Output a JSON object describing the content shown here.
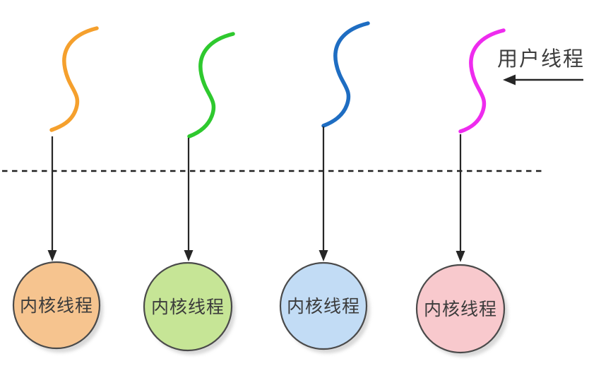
{
  "diagram": {
    "user_space_label": "用户线程",
    "user_threads": [
      {
        "name": "user-thread-orange",
        "color": "#f5a02d"
      },
      {
        "name": "user-thread-green",
        "color": "#2ec92e"
      },
      {
        "name": "user-thread-blue",
        "color": "#1e6dc2"
      },
      {
        "name": "user-thread-magenta",
        "color": "#ee2bee"
      }
    ],
    "kernel_threads": [
      {
        "label": "内核线程",
        "fill": "#f6c48f"
      },
      {
        "label": "内核线程",
        "fill": "#c6e596"
      },
      {
        "label": "内核线程",
        "fill": "#c2dcf5"
      },
      {
        "label": "内核线程",
        "fill": "#f8c9cd"
      }
    ],
    "colors": {
      "circle_border": "#4a4a4a",
      "arrow": "#262626",
      "boundary_line": "#1f1f1f",
      "label_text": "#3d3d3d",
      "circle_text": "#3b3b3b",
      "shadow": "#b9b9b9"
    }
  }
}
